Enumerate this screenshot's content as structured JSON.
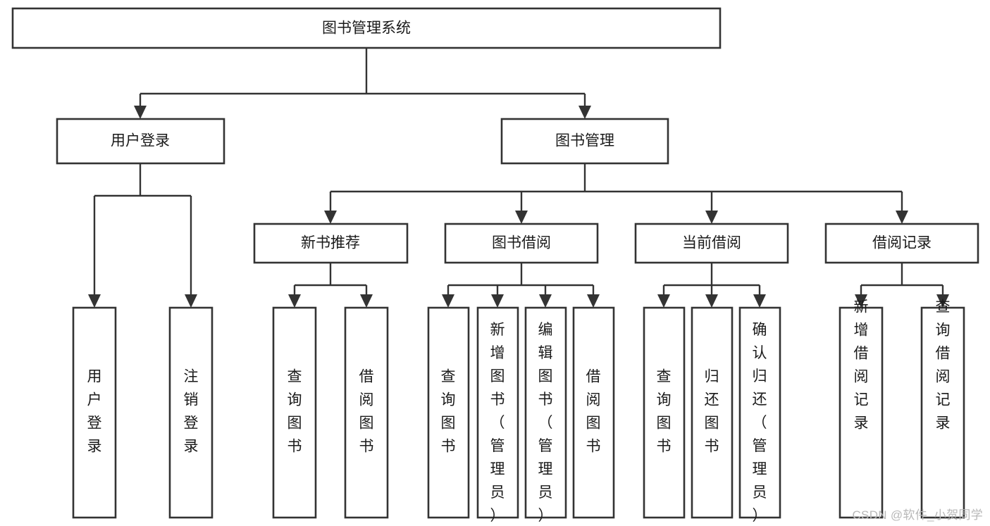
{
  "diagram": {
    "type": "tree",
    "title": "图书管理系统",
    "watermark": "CSDN @软件_小贺同学",
    "colors": {
      "box_stroke": "#333333",
      "box_fill": "#ffffff",
      "text": "#1a1a1a",
      "watermark": "#b8b8b8",
      "background": "#ffffff"
    },
    "nodes": {
      "root": {
        "label": "图书管理系统",
        "orientation": "horizontal",
        "level": 0
      },
      "l1_a": {
        "label": "用户登录",
        "orientation": "horizontal",
        "level": 1
      },
      "l1_b": {
        "label": "图书管理",
        "orientation": "horizontal",
        "level": 1
      },
      "l2_a": {
        "label": "新书推荐",
        "orientation": "horizontal",
        "level": 2
      },
      "l2_b": {
        "label": "图书借阅",
        "orientation": "horizontal",
        "level": 2
      },
      "l2_c": {
        "label": "当前借阅",
        "orientation": "horizontal",
        "level": 2
      },
      "l2_d": {
        "label": "借阅记录",
        "orientation": "horizontal",
        "level": 2
      },
      "leaf_1": {
        "label": "用户登录",
        "orientation": "vertical",
        "level": 3
      },
      "leaf_2": {
        "label": "注销登录",
        "orientation": "vertical",
        "level": 3
      },
      "leaf_3": {
        "label": "查询图书",
        "orientation": "vertical",
        "level": 3
      },
      "leaf_4": {
        "label": "借阅图书",
        "orientation": "vertical",
        "level": 3
      },
      "leaf_5": {
        "label": "查询图书",
        "orientation": "vertical",
        "level": 3
      },
      "leaf_6": {
        "label": "新增图书（管理员）",
        "orientation": "vertical",
        "level": 3
      },
      "leaf_7": {
        "label": "编辑图书（管理员）",
        "orientation": "vertical",
        "level": 3
      },
      "leaf_8": {
        "label": "借阅图书",
        "orientation": "vertical",
        "level": 3
      },
      "leaf_9": {
        "label": "查询图书",
        "orientation": "vertical",
        "level": 3
      },
      "leaf_10": {
        "label": "归还图书",
        "orientation": "vertical",
        "level": 3
      },
      "leaf_11": {
        "label": "确认归还（管理员）",
        "orientation": "vertical",
        "level": 3
      },
      "leaf_12": {
        "label": "新增借阅记录",
        "orientation": "vertical",
        "level": 3
      },
      "leaf_13": {
        "label": "查询借阅记录",
        "orientation": "vertical",
        "level": 3
      }
    },
    "edges": [
      {
        "from": "root",
        "to": "l1_a"
      },
      {
        "from": "root",
        "to": "l1_b"
      },
      {
        "from": "l1_a",
        "to": "leaf_1"
      },
      {
        "from": "l1_a",
        "to": "leaf_2"
      },
      {
        "from": "l1_b",
        "to": "l2_a"
      },
      {
        "from": "l1_b",
        "to": "l2_b"
      },
      {
        "from": "l1_b",
        "to": "l2_c"
      },
      {
        "from": "l1_b",
        "to": "l2_d"
      },
      {
        "from": "l2_a",
        "to": "leaf_3"
      },
      {
        "from": "l2_a",
        "to": "leaf_4"
      },
      {
        "from": "l2_b",
        "to": "leaf_5"
      },
      {
        "from": "l2_b",
        "to": "leaf_6"
      },
      {
        "from": "l2_b",
        "to": "leaf_7"
      },
      {
        "from": "l2_b",
        "to": "leaf_8"
      },
      {
        "from": "l2_c",
        "to": "leaf_9"
      },
      {
        "from": "l2_c",
        "to": "leaf_10"
      },
      {
        "from": "l2_c",
        "to": "leaf_11"
      },
      {
        "from": "l2_d",
        "to": "leaf_12"
      },
      {
        "from": "l2_d",
        "to": "leaf_13"
      }
    ]
  }
}
